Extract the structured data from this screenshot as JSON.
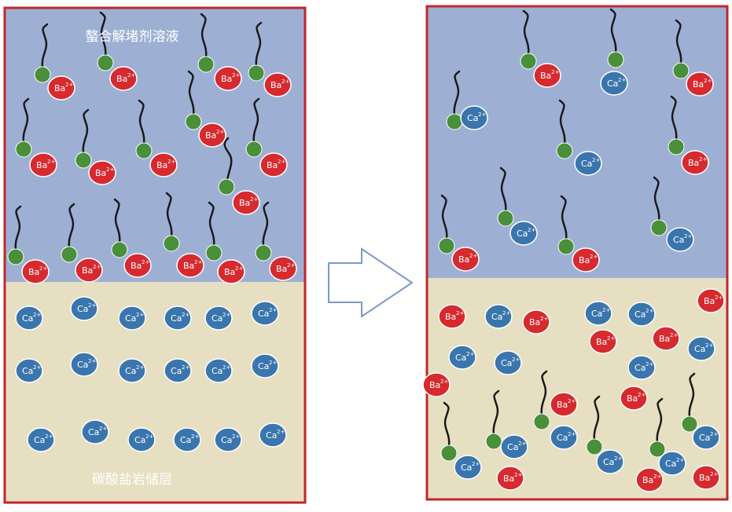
{
  "labels": {
    "solution": "螯合解堵剂溶液",
    "reservoir": "碳酸盐岩储层"
  },
  "ions": {
    "barium": {
      "symbol": "Ba",
      "charge": "2+"
    },
    "calcium": {
      "symbol": "Ca",
      "charge": "2+"
    }
  },
  "colors": {
    "solution_bg": "#9db0d4",
    "reservoir_bg": "#e6dfc2",
    "border": "#c0272d",
    "barium_ion": "#d62a2f",
    "calcium_ion": "#3a76ad",
    "chelator_head": "#4a8f3a",
    "chelator_tail": "#1a1a1a",
    "arrow_fill": "#ffffff",
    "arrow_stroke": "#7a9bc4"
  },
  "icons": {
    "arrow": "right-arrow-icon"
  }
}
